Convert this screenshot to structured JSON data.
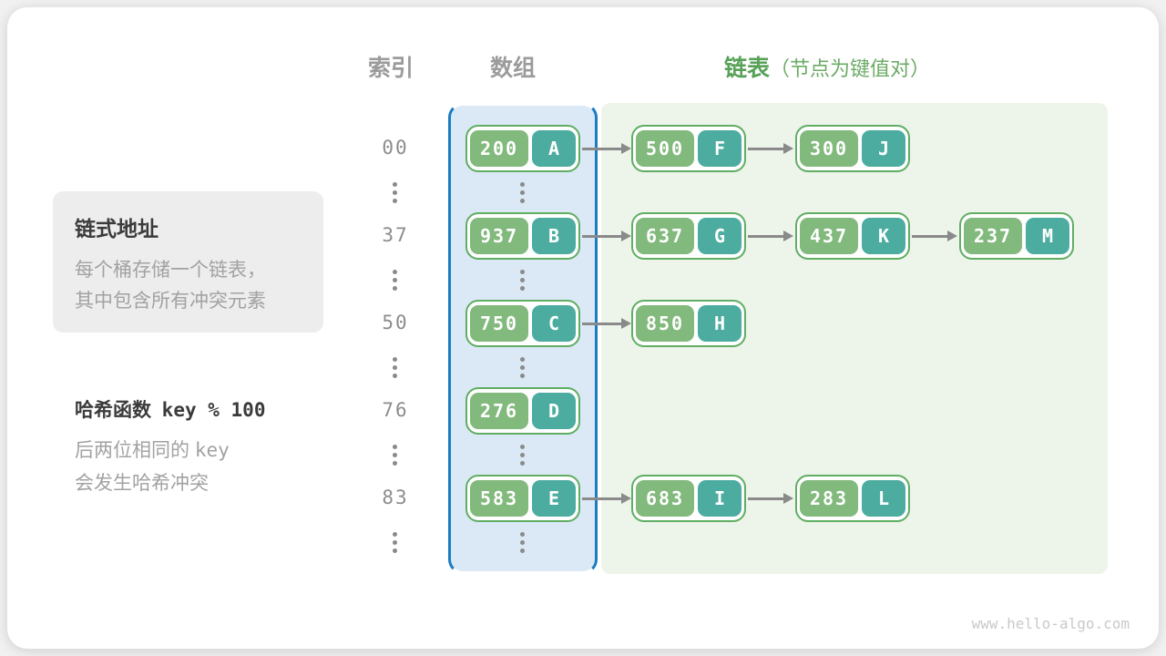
{
  "header": {
    "index_label": "索引",
    "array_label": "数组",
    "list_label": "链表",
    "list_note": "（节点为键值对）"
  },
  "info_box": {
    "title": "链式地址",
    "line1": "每个桶存储一个链表，",
    "line2": "其中包含所有冲突元素"
  },
  "hash_note": {
    "title_prefix": "哈希函数",
    "formula": "key % 100",
    "line1_prefix": "后两位相同的",
    "line1_key": "key",
    "line2": "会发生哈希冲突"
  },
  "colors": {
    "array_fill": "#dbe9f6",
    "array_border": "#1c7cc2",
    "list_panel": "#edf4ea",
    "node_border": "#5fae63",
    "key_green": "#82b97c",
    "value_teal": "#4caca0",
    "header_green": "#58a158",
    "text_gray": "#9b9b9b"
  },
  "rows": [
    {
      "index": "00",
      "array_node": {
        "key": "200",
        "value": "A"
      },
      "chain": [
        {
          "key": "500",
          "value": "F"
        },
        {
          "key": "300",
          "value": "J"
        }
      ]
    },
    {
      "index": "37",
      "array_node": {
        "key": "937",
        "value": "B"
      },
      "chain": [
        {
          "key": "637",
          "value": "G"
        },
        {
          "key": "437",
          "value": "K"
        },
        {
          "key": "237",
          "value": "M"
        }
      ]
    },
    {
      "index": "50",
      "array_node": {
        "key": "750",
        "value": "C"
      },
      "chain": [
        {
          "key": "850",
          "value": "H"
        }
      ]
    },
    {
      "index": "76",
      "array_node": {
        "key": "276",
        "value": "D"
      },
      "chain": []
    },
    {
      "index": "83",
      "array_node": {
        "key": "583",
        "value": "E"
      },
      "chain": [
        {
          "key": "683",
          "value": "I"
        },
        {
          "key": "283",
          "value": "L"
        }
      ]
    }
  ],
  "watermark": "www.hello-algo.com"
}
